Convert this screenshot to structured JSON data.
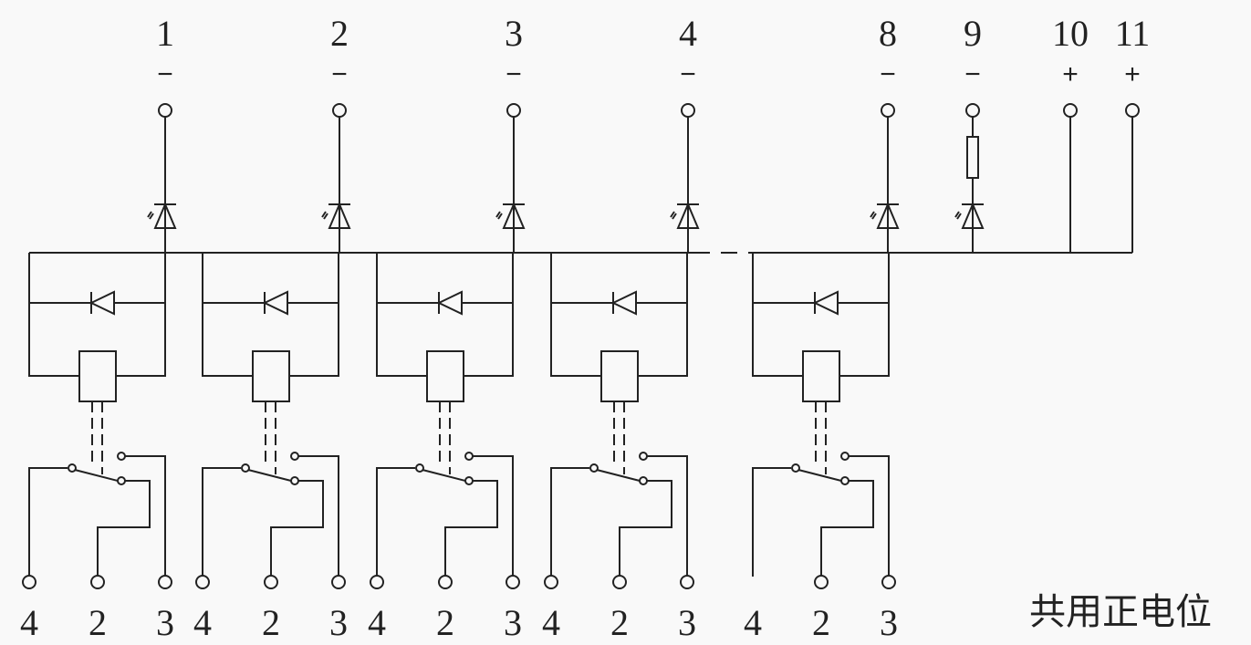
{
  "top_terminals": [
    {
      "label": "1",
      "sign": "−",
      "type": "led"
    },
    {
      "label": "2",
      "sign": "−",
      "type": "led"
    },
    {
      "label": "3",
      "sign": "−",
      "type": "led"
    },
    {
      "label": "4",
      "sign": "−",
      "type": "led"
    },
    {
      "label": "8",
      "sign": "−",
      "type": "led"
    },
    {
      "label": "9",
      "sign": "−",
      "type": "resistor-led"
    },
    {
      "label": "10",
      "sign": "+",
      "type": "direct"
    },
    {
      "label": "11",
      "sign": "+",
      "type": "direct"
    }
  ],
  "relay_modules": [
    {
      "contacts": [
        "4",
        "2",
        "3"
      ]
    },
    {
      "contacts": [
        "4",
        "2",
        "3"
      ]
    },
    {
      "contacts": [
        "4",
        "2",
        "3"
      ]
    },
    {
      "contacts": [
        "4",
        "2",
        "3"
      ]
    },
    {
      "contacts": [
        "4",
        "2",
        "3"
      ]
    }
  ],
  "caption": "共用正电位"
}
